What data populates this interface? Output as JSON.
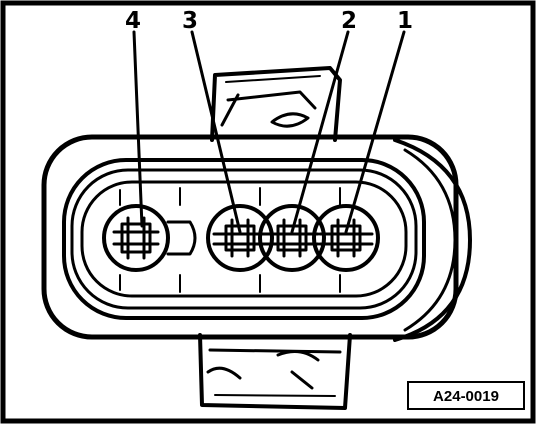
{
  "pins": [
    {
      "label": "4"
    },
    {
      "label": "3"
    },
    {
      "label": "2"
    },
    {
      "label": "1"
    }
  ],
  "reference": "A24-0019"
}
